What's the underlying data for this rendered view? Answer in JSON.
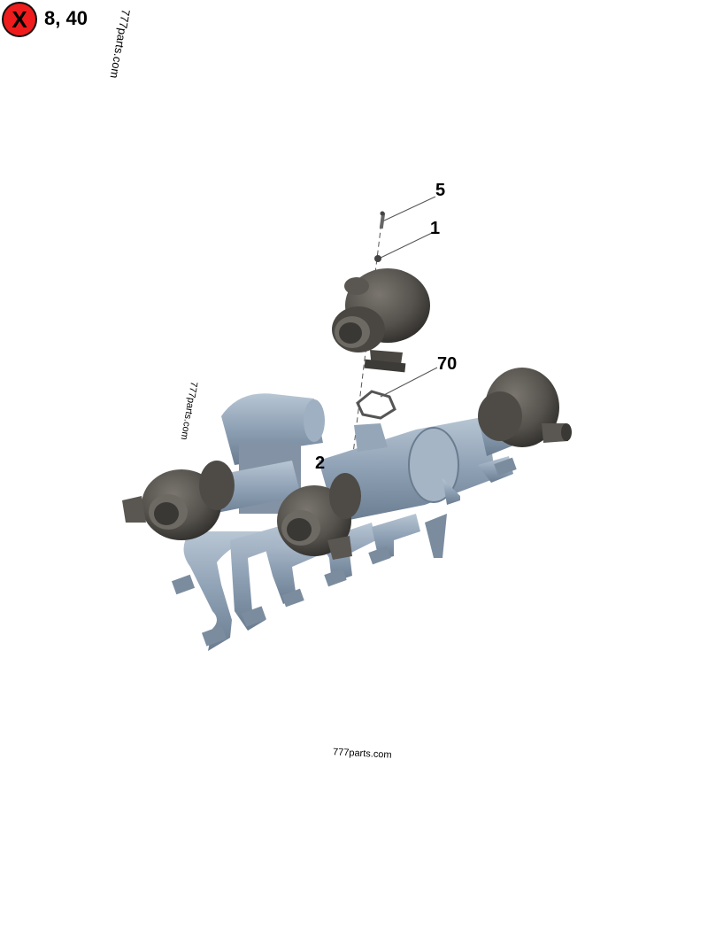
{
  "header": {
    "close_icon_glyph": "X",
    "reference_label": "8, 40"
  },
  "watermarks": {
    "top": "777parts.com",
    "left": "777parts.com",
    "bottom": "777parts.com"
  },
  "callouts": [
    {
      "id": "5",
      "label": "5"
    },
    {
      "id": "1",
      "label": "1"
    },
    {
      "id": "70",
      "label": "70"
    },
    {
      "id": "2",
      "label": "2"
    }
  ],
  "colors": {
    "close_button": "#ee1c1c",
    "turbo": "#55524d",
    "manifold": "#8ea0b4",
    "leader_line": "#555555"
  }
}
